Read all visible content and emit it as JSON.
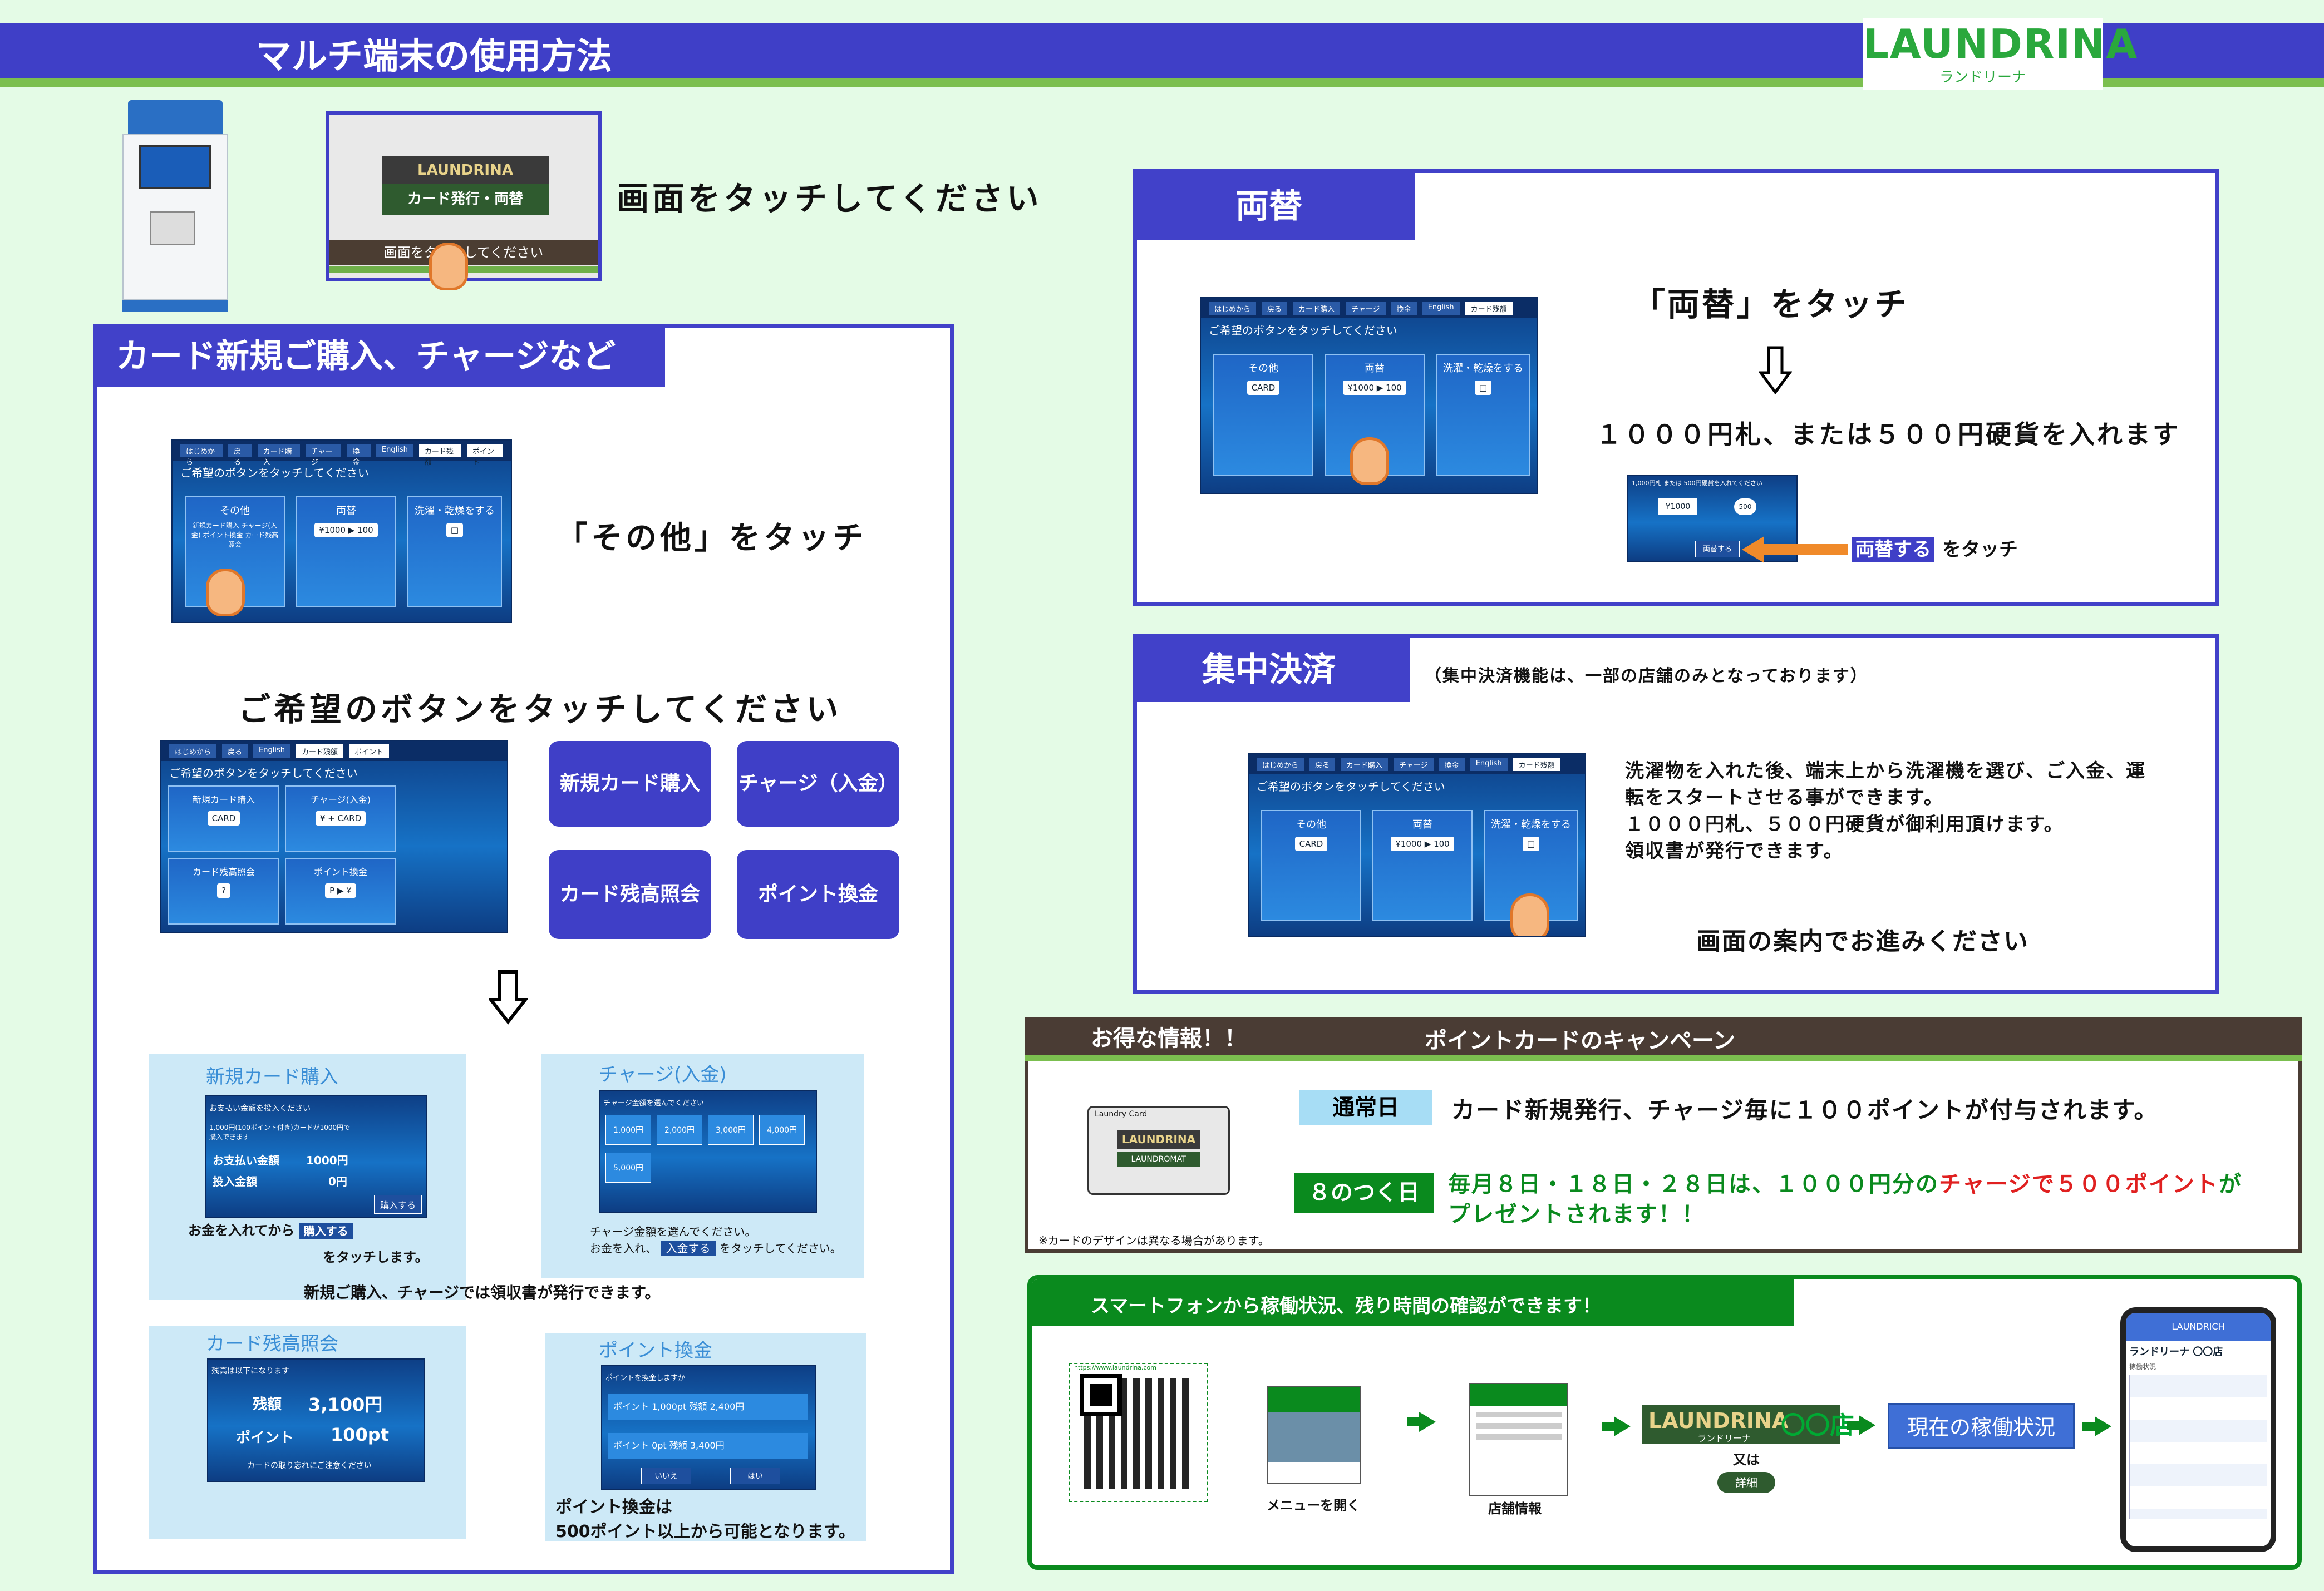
{
  "header": {
    "title": "マルチ端末の使用方法",
    "logo": "LAUNDRINA",
    "logo_sub": "ランドリーナ"
  },
  "intro": {
    "screen_logo": "LAUNDRINA",
    "screen_main": "カード発行・両替",
    "screen_touch": "画面をタッチしてください",
    "instruction": "画面をタッチしてください"
  },
  "card_section": {
    "tab": "カード新規ご購入、チャージなど",
    "touch_other": "「その他」をタッチ",
    "choose": "ご希望のボタンをタッチしてください",
    "buttons": [
      "新規カード購入",
      "チャージ（入金）",
      "カード残高照会",
      "ポイント換金"
    ],
    "screen_msg": "ご希望のボタンをタッチしてください",
    "tiles": [
      "その他",
      "両替",
      "洗濯・乾燥をする"
    ],
    "tile_sub": "新規カード購入 チャージ(入金) ポイント換金 カード残高照会",
    "top_tabs": [
      "はじめから",
      "戻る",
      "カード購入",
      "チャージ（入金）",
      "換金",
      "English",
      "カード残額",
      "ポイント残高"
    ],
    "menu_tiles": [
      "新規カード購入",
      "チャージ(入金)",
      "カード残高照会",
      "ポイント換金"
    ],
    "new_card": {
      "title": "新規カード購入",
      "msg": "お支払い金額を投入ください",
      "desc": "1,000円(100ポイント付き)カードが1000円で購入できます",
      "pay_label": "お支払い金額",
      "pay": "1000円",
      "in_label": "投入金額",
      "in": "0円",
      "btn": "購入する",
      "note1": "お金を入れてから",
      "note_btn": "購入する",
      "note2": "をタッチします。"
    },
    "charge": {
      "title": "チャージ(入金)",
      "msg": "チャージ金額を選んでください",
      "amounts": [
        "1,000円",
        "2,000円",
        "3,000円",
        "4,000円",
        "5,000円"
      ],
      "note1": "チャージ金額を選んでください。",
      "note2": "お金を入れ、",
      "note_btn": "入金する",
      "note3": "をタッチしてください。"
    },
    "receipt_note": "新規ご購入、チャージでは領収書が発行できます。",
    "balance": {
      "title": "カード残高照会",
      "msg": "残高は以下になります",
      "bal_label": "残額",
      "bal": "3,100円",
      "pt_label": "ポイント",
      "pt": "100pt",
      "foot": "カードの取り忘れにご注意ください"
    },
    "point": {
      "title": "ポイント換金",
      "msg": "ポイントを換金しますか",
      "r1": "ポイント 1,000pt  残額 2,400円",
      "r2": "ポイント      0pt  残額 3,400円",
      "no": "いいえ",
      "yes": "はい",
      "note1": "ポイント換金は",
      "note2": "500ポイント以上から可能となります。"
    }
  },
  "exchange": {
    "tab": "両替",
    "touch": "「両替」をタッチ",
    "insert": "１０００円札、または５００円硬貨を入れます",
    "btn": "両替する",
    "after": "をタッチ",
    "mini_msg": "1,000円札 または 500円硬貨を入れてください",
    "mini_b1": "¥1000",
    "mini_b2": "500"
  },
  "central": {
    "tab": "集中決済",
    "note": "（集中決済機能は、一部の店舗のみとなっております）",
    "desc": [
      "洗濯物を入れた後、端末上から洗濯機を選び、ご入金、運",
      "転をスタートさせる事ができます。",
      "１０００円札、５００円硬貨が御利用頂けます。",
      "領収書が発行できます。"
    ],
    "guide": "画面の案内でお進みください"
  },
  "campaign": {
    "tab": "お得な情報！！",
    "title": "ポイントカードのキャンペーン",
    "card_top": "Laundry Card",
    "card_logo": "LAUNDRINA",
    "card_bottom": "LAUNDROMAT",
    "normal_label": "通常日",
    "normal_text": "カード新規発行、チャージ毎に１００ポイントが付与されます。",
    "eight_label": "８のつく日",
    "eight_a": "毎月８日・１８日・２８日は、１０００円分の",
    "eight_b": "チャージで５００ポイント",
    "eight_c": "が",
    "eight_d": "プレゼントされます！！",
    "design_note": "※カードのデザインは異なる場合があります。"
  },
  "smartphone": {
    "title": "スマートフォンから稼働状況、残り時間の確認ができます！",
    "url": "https://www.laundrina.com",
    "step1": "メニューを開く",
    "step2": "店舗情報",
    "store_logo": "LAUNDRINA",
    "store_sub": "ランドリーナ",
    "store": "〇〇店",
    "or": "又は",
    "detail": "詳細",
    "status_btn": "現在の稼働状況",
    "phone_title": "ランドリーナ 〇〇店",
    "phone_head": "LAUNDRICH",
    "phone_sub": "稼働状況"
  },
  "colors": {
    "accent": "#3f3fc7",
    "green": "#7bbf4f",
    "dark_green": "#0a8a1e",
    "orange": "#f08a2a"
  }
}
